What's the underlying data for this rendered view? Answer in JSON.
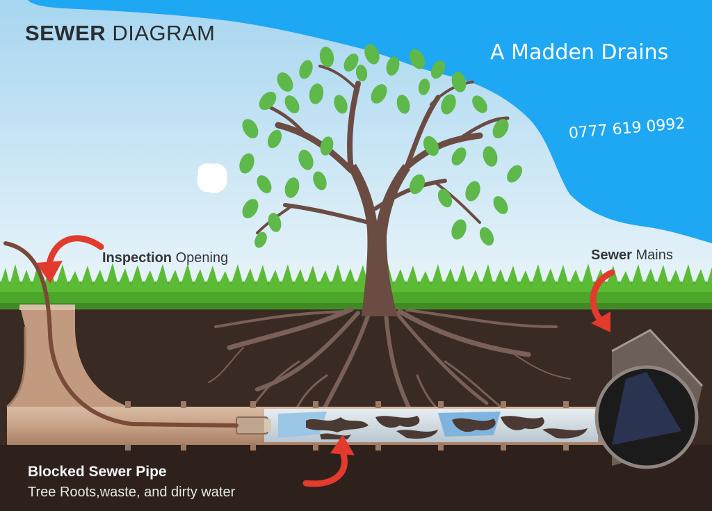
{
  "diagram": {
    "title_bold": "SEWER",
    "title_rest": "DIAGRAM",
    "brand": "A Madden Drains",
    "phone": "0777 619 0992",
    "labels": {
      "inspection_bold": "Inspection",
      "inspection_rest": "Opening",
      "mains_bold": "Sewer",
      "mains_rest": "Mains",
      "blocked_title": "Blocked Sewer Pipe",
      "blocked_sub": "Tree Roots,waste, and dirty water"
    }
  },
  "colors": {
    "sky_blue": "#1ea7f2",
    "sky_light": "#cfe9f7",
    "grass": "#4da62a",
    "soil": "#3a2a24",
    "trunk": "#6b4c43",
    "leaf": "#5fb84a",
    "pipe": "#c9a88c",
    "arrow_red": "#e23a2c"
  }
}
